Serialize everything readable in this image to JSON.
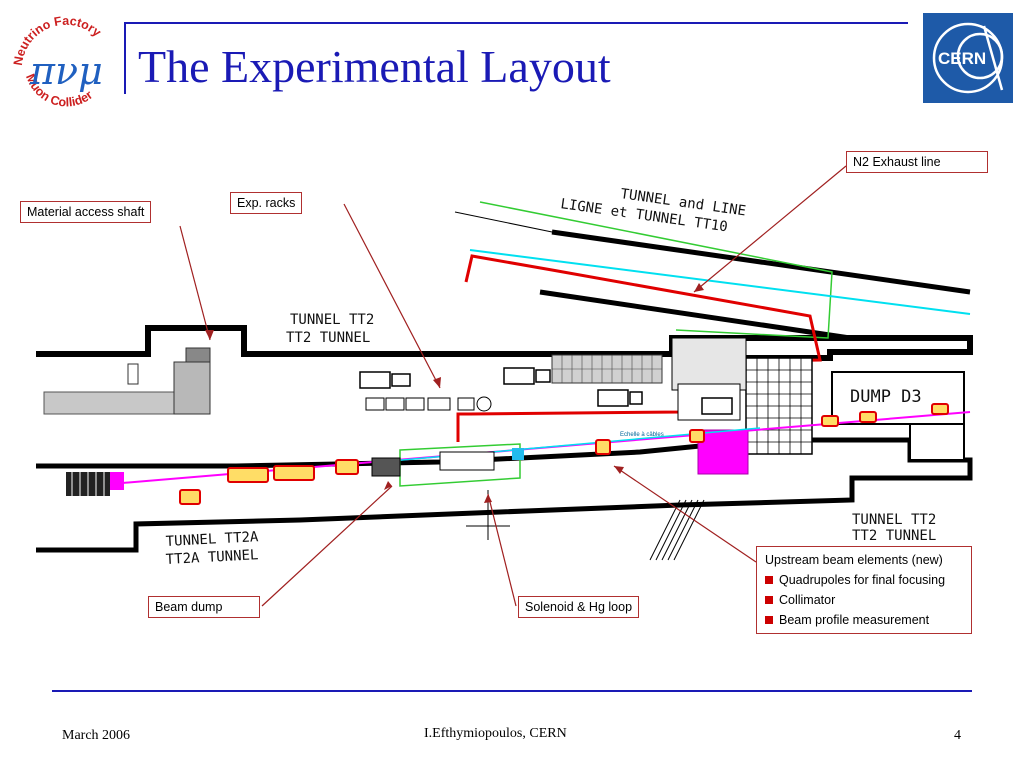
{
  "slide": {
    "title": "The Experimental Layout",
    "logo_left_text_top": "Neutrino Factory",
    "logo_left_text_bottom": "Muon Collider",
    "logo_left_glyphs": "πνμ",
    "logo_right_text": "CERN",
    "page_number": "4",
    "footer_left": "March 2006",
    "footer_center": "I.Efthymiopoulos, CERN"
  },
  "diagram": {
    "labels": {
      "tunnel_tt2_a": "TUNNEL TT2",
      "tunnel_tt2_b": "TT2 TUNNEL",
      "ligne_a": "TUNNEL and LINE",
      "ligne_b": "LIGNE et TUNNEL TT10",
      "dump": "DUMP D3",
      "tt2a_a": "TUNNEL TT2A",
      "tt2a_b": "TT2A TUNNEL",
      "tt2_right_a": "TUNNEL TT2",
      "tt2_right_b": "TT2 TUNNEL",
      "echelle": "Echelle à câbles"
    },
    "colors": {
      "beamline": "#ff00ff",
      "cyan_line": "#00e0f0",
      "red_line": "#e00000",
      "green_outline": "#33cc33",
      "callout_border": "#b03030",
      "title": "#1a1ab5",
      "rule": "#1a1ab5"
    }
  },
  "callouts": {
    "material_access": "Material access shaft",
    "exp_racks": "Exp. racks",
    "n2_exhaust": "N2 Exhaust line",
    "beam_dump": "Beam dump",
    "solenoid": "Solenoid  & Hg loop",
    "upstream": {
      "header": "Upstream beam elements (new)",
      "items": [
        "Quadrupoles for final focusing",
        "Collimator",
        "Beam profile measurement"
      ]
    }
  }
}
